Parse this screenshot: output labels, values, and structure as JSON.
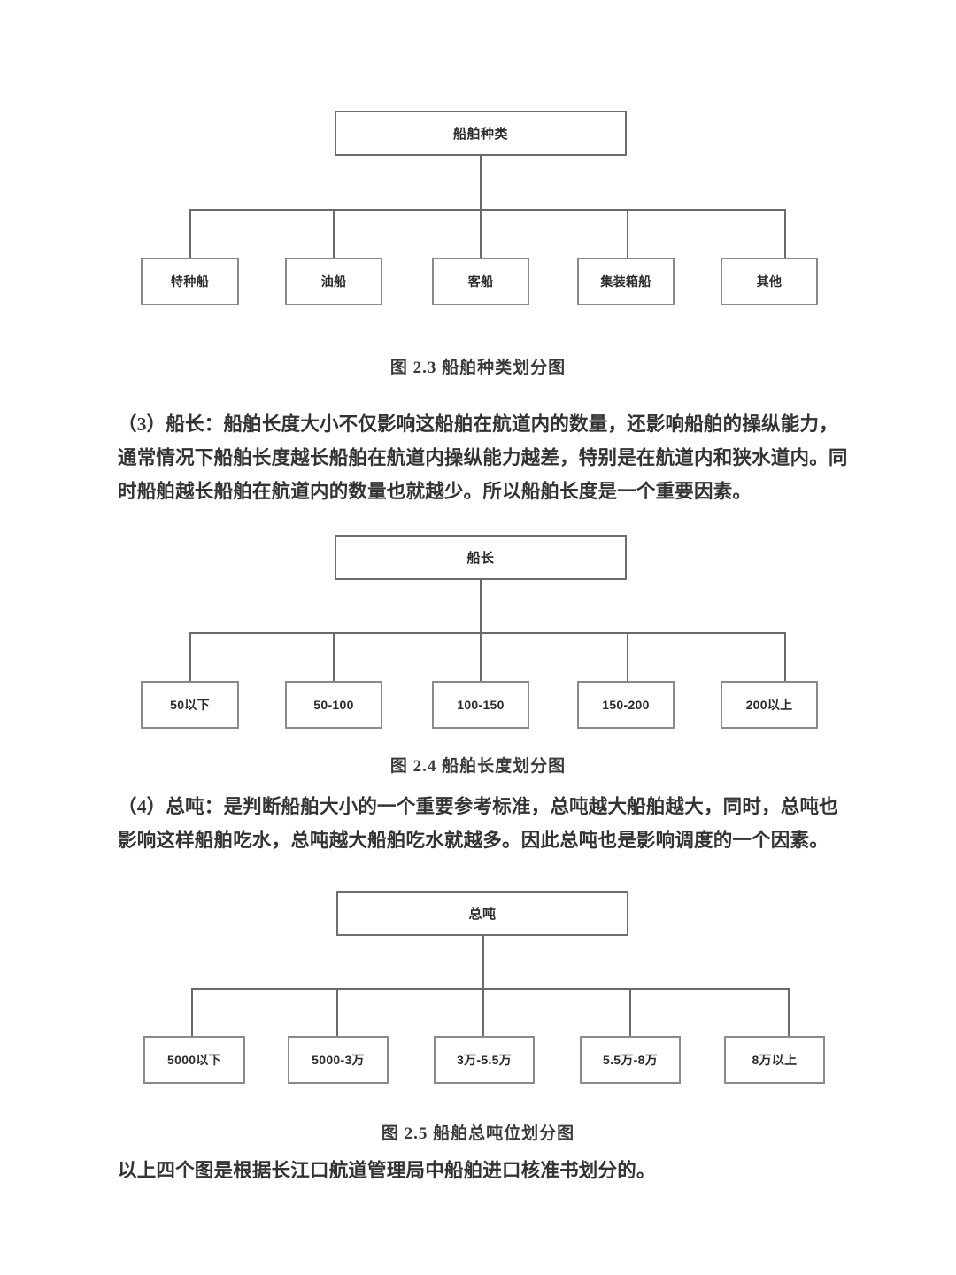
{
  "page": {
    "background": "#ffffff",
    "text_color": "#333333",
    "box_border_color": "#8a8a8a",
    "connector_color": "#6a6a6a"
  },
  "diagrams": [
    {
      "id": "ship-type",
      "root": "船舶种类",
      "leaves": [
        "特种船",
        "油船",
        "客船",
        "集装箱船",
        "其他"
      ],
      "caption": "图 2.3  船舶种类划分图"
    },
    {
      "id": "ship-length",
      "root": "船长",
      "leaves": [
        "50以下",
        "50-100",
        "100-150",
        "150-200",
        "200以上"
      ],
      "caption": "图 2.4  船舶长度划分图"
    },
    {
      "id": "gross-tonnage",
      "root": "总吨",
      "leaves": [
        "5000以下",
        "5000-3万",
        "3万-5.5万",
        "5.5万-8万",
        "8万以上"
      ],
      "caption": "图 2.5  船舶总吨位划分图"
    }
  ],
  "paragraphs": {
    "p3": {
      "lines": [
        "（3）船长：船舶长度大小不仅影响这船舶在航道内的数量，还影响船舶的操纵能力，",
        "通常情况下船舶长度越长船舶在航道内操纵能力越差，特别是在航道内和狭水道内。同",
        "时船舶越长船舶在航道内的数量也就越少。所以船舶长度是一个重要因素。"
      ]
    },
    "p4": {
      "lines": [
        "（4）总吨：是判断船舶大小的一个重要参考标准，总吨越大船舶越大，同时，总吨也",
        "影响这样船舶吃水，总吨越大船舶吃水就越多。因此总吨也是影响调度的一个因素。"
      ]
    },
    "closing": {
      "lines": [
        "以上四个图是根据长江口航道管理局中船舶进口核准书划分的。"
      ]
    }
  }
}
